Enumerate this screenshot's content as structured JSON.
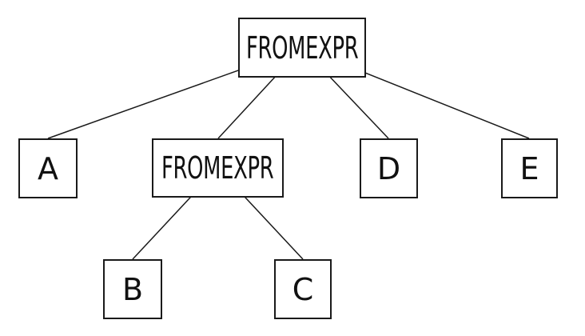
{
  "diagram": {
    "type": "tree",
    "background_color": "#ffffff",
    "line_color": "#1a1a1a",
    "nodes": {
      "root": {
        "label": "FROMEXPR"
      },
      "a": {
        "label": "A"
      },
      "sub": {
        "label": "FROMEXPR"
      },
      "d": {
        "label": "D"
      },
      "e": {
        "label": "E"
      },
      "b": {
        "label": "B"
      },
      "c": {
        "label": "C"
      }
    },
    "edges": [
      {
        "from": "root",
        "to": "a"
      },
      {
        "from": "root",
        "to": "sub"
      },
      {
        "from": "root",
        "to": "d"
      },
      {
        "from": "root",
        "to": "e"
      },
      {
        "from": "sub",
        "to": "b"
      },
      {
        "from": "sub",
        "to": "c"
      }
    ]
  }
}
